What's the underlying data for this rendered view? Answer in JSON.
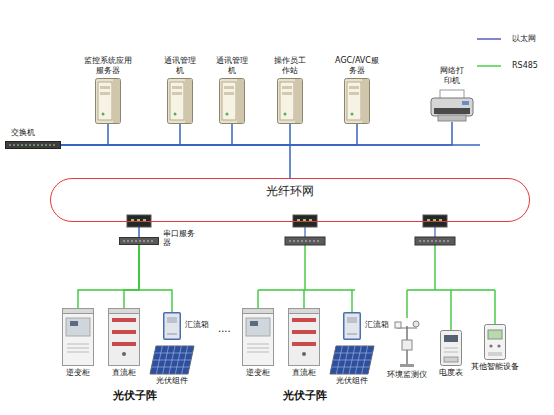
{
  "diagram": {
    "nodes": [
      {
        "text": [
          "监控系统应用服务器"
        ]
      },
      {
        "text": [
          "通讯管理机"
        ]
      },
      {
        "text": [
          "通讯管理机"
        ]
      },
      {
        "text": [
          "操作员工作站"
        ]
      },
      {
        "text": [
          "AGC/AVC服务器"
        ]
      },
      {
        "text": [
          "网络打印机"
        ]
      },
      {
        "text": [
          "交换机"
        ]
      },
      {
        "text": [
          "光纤环网"
        ]
      },
      {
        "text": [
          "串口服务器"
        ]
      },
      {
        "text": [
          "逆变柜"
        ]
      },
      {
        "text": [
          "直流柜"
        ]
      },
      {
        "text": [
          "汇流箱"
        ]
      },
      {
        "text": [
          "光伏组件"
        ]
      },
      {
        "text": [
          "逆变柜"
        ]
      },
      {
        "text": [
          "直流柜"
        ]
      },
      {
        "text": [
          "汇流箱"
        ]
      },
      {
        "text": [
          "光伏组件"
        ]
      },
      {
        "text": [
          "环境监测仪"
        ]
      },
      {
        "text": [
          "电度表"
        ]
      },
      {
        "text": [
          "其他智能设备"
        ]
      }
    ],
    "edges": [
      {
        "from": 0,
        "to": 6,
        "arrow": "none"
      },
      {
        "from": 1,
        "to": 6,
        "arrow": "none"
      },
      {
        "from": 2,
        "to": 6,
        "arrow": "none"
      },
      {
        "from": 3,
        "to": 6,
        "arrow": "none"
      },
      {
        "from": 4,
        "to": 6,
        "arrow": "none"
      },
      {
        "from": 5,
        "to": 6,
        "arrow": "none"
      },
      {
        "from": 6,
        "to": 7,
        "arrow": "none"
      },
      {
        "from": 7,
        "to": 8,
        "arrow": "none"
      },
      {
        "from": 8,
        "to": 9,
        "arrow": "none"
      },
      {
        "from": 8,
        "to": 10,
        "arrow": "none"
      },
      {
        "from": 8,
        "to": 11,
        "arrow": "none"
      }
    ],
    "labels": [
      "....",
      "光伏子阵",
      "光伏子阵"
    ],
    "legend": [
      {
        "text": "以太网"
      },
      {
        "text": "RS485"
      }
    ]
  }
}
